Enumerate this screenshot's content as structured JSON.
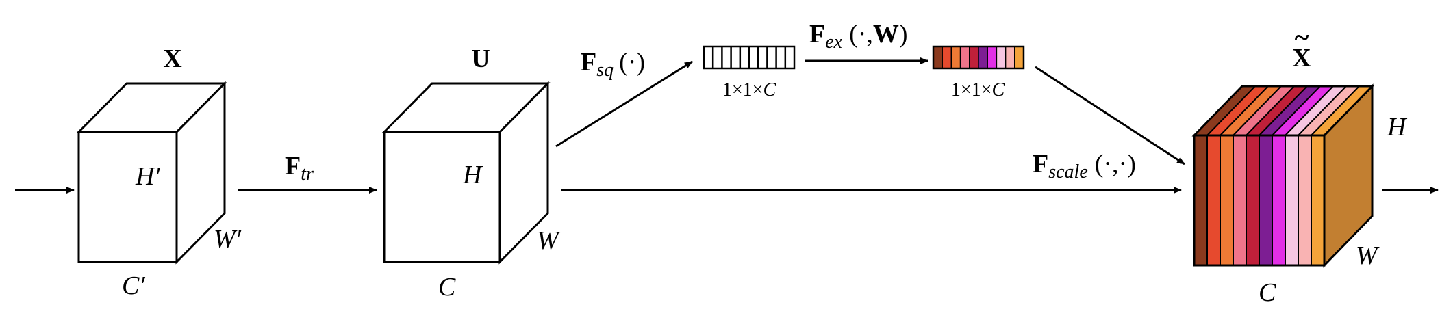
{
  "input_tensor": {
    "name": "X",
    "height": "H′",
    "width": "W′",
    "channels": "C′"
  },
  "transform": {
    "symbol": "F",
    "subscript": "tr"
  },
  "feature_map": {
    "name": "U",
    "height": "H",
    "width": "W",
    "channels": "C"
  },
  "squeeze": {
    "symbol": "F",
    "subscript": "sq",
    "args": "(·)",
    "output_dims": "1×1×",
    "output_c": "C"
  },
  "excitation": {
    "symbol": "F",
    "subscript": "ex",
    "args_open": "(·,",
    "args_w": "W",
    "args_close": ")",
    "output_dims": "1×1×",
    "output_c": "C"
  },
  "scale": {
    "symbol": "F",
    "subscript": "scale",
    "args": "(·,·)"
  },
  "output_tensor": {
    "name": "X",
    "tilde": "~",
    "height": "H",
    "width": "W",
    "channels": "C"
  },
  "colors": {
    "stroke": "#000000",
    "slices": [
      "#8b3a1e",
      "#e64a2e",
      "#ef7a35",
      "#f0748a",
      "#c0203a",
      "#7d1e93",
      "#e22fe6",
      "#f6c6e2",
      "#f9b3b3",
      "#f4a33a"
    ],
    "right_face": "#c27f31"
  }
}
